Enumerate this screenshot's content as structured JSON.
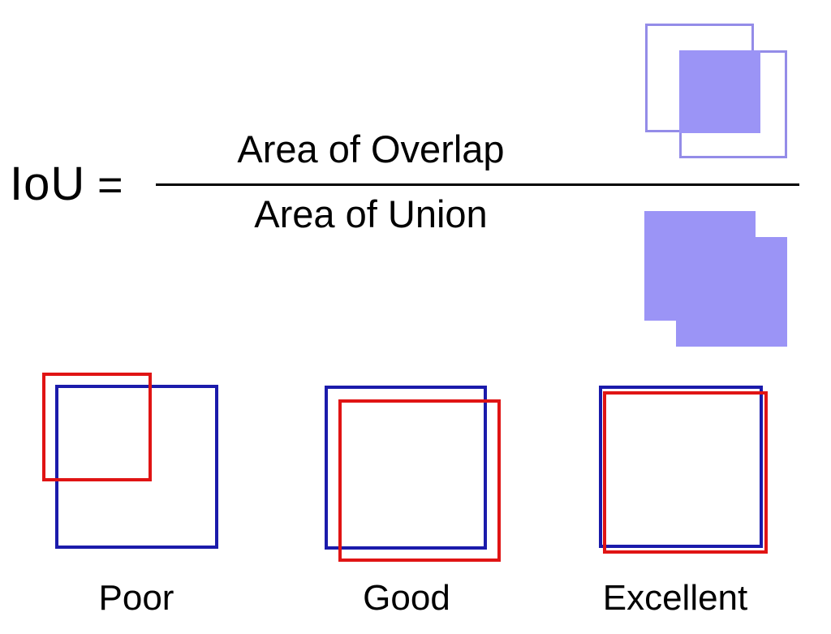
{
  "formula": {
    "lhs": "IoU",
    "equals": "=",
    "numerator": "Area of Overlap",
    "denominator": "Area of Union"
  },
  "examples": [
    {
      "label": "Poor"
    },
    {
      "label": "Good"
    },
    {
      "label": "Excellent"
    }
  ],
  "colors": {
    "background": "#ffffff",
    "text": "#000000",
    "fraction_bar": "#000000",
    "box_red": "#e01414",
    "box_blue": "#1b1bab",
    "purple_fill": "#9b94f6",
    "purple_outline": "#948ce8"
  },
  "icons": {
    "overlap_illustration": "two-overlapping-square-outlines-with-filled-intersection",
    "union_illustration": "two-overlapping-filled-squares-union-shape",
    "example_boxes": "blue-and-red-overlapping-square-outlines"
  }
}
